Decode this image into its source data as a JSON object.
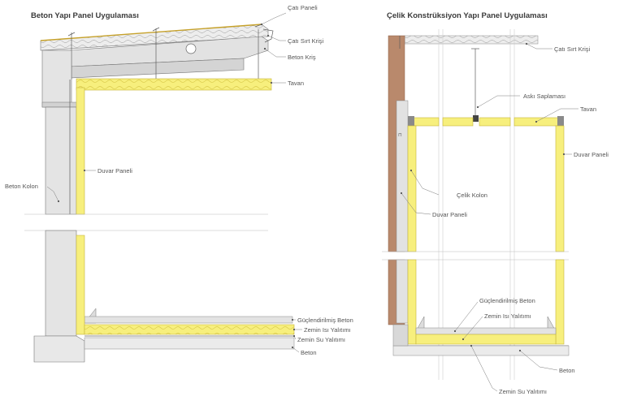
{
  "diagram": {
    "left": {
      "title": "Beton Yapı Panel Uygulaması",
      "labels": {
        "cati_paneli": "Çatı Paneli",
        "cati_sirt_krisi": "Çatı Sırt Krişi",
        "beton_kiris": "Beton Kriş",
        "tavan": "Tavan",
        "duvar_paneli": "Duvar Paneli",
        "beton_kolon": "Beton Kolon",
        "guclendirilmis_beton": "Güçlendirilmiş Beton",
        "zemin_isi_yalitimi": "Zemin Isı Yalıtımı",
        "zemin_su_yalitimi": "Zemin Su Yalıtımı",
        "beton": "Beton"
      }
    },
    "right": {
      "title": "Çelik Konstrüksiyon Yapı Panel Uygulaması",
      "labels": {
        "cati_sirt_krisi": "Çatı Sırt Krişi",
        "aski_saplamasi": "Askı Saplaması",
        "tavan": "Tavan",
        "duvar_paneli_right": "Duvar Paneli",
        "celik_kolon": "Çelik Kolon",
        "duvar_paneli_inner": "Duvar Paneli",
        "guclendirilmis_beton": "Güçlendirilmiş Beton",
        "zemin_isi_yalitimi": "Zemin Isı Yalıtımı",
        "beton": "Beton",
        "zemin_su_yalitimi": "Zemin Su Yalıtımı"
      }
    }
  },
  "colors": {
    "panel_yellow": "#f7ef7d",
    "panel_yellow_edge": "#d9c94a",
    "concrete": "#dcdcdc",
    "concrete_light": "#ececec",
    "wood_brown": "#b9896c",
    "line": "#5e5e5e"
  }
}
